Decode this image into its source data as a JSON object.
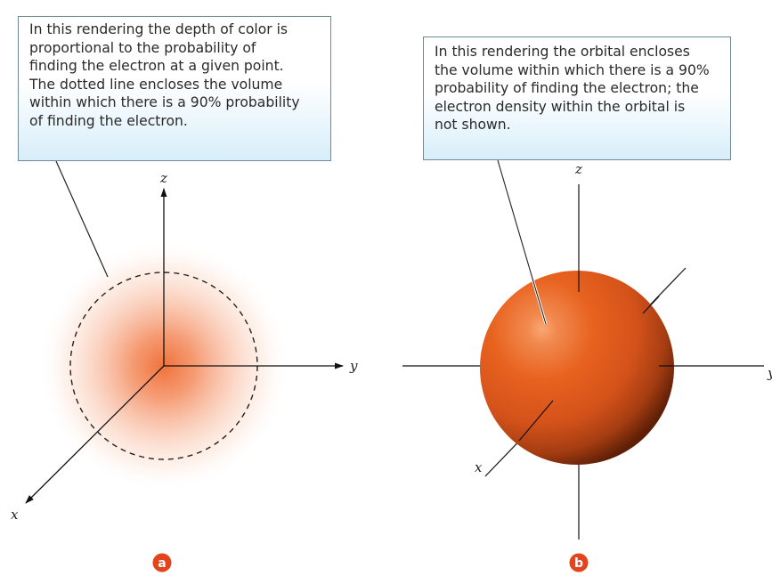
{
  "panel_a": {
    "callout": "In this rendering the depth of color is\nproportional to the probability of\nfinding the electron at a given point.\nThe dotted line encloses the volume\nwithin which there is a 90% probability\nof finding the electron.",
    "axes": {
      "x": "x",
      "y": "y",
      "z": "z"
    },
    "badge": "a"
  },
  "panel_b": {
    "callout": "In this rendering the orbital encloses\nthe volume within which there is a 90%\nprobability of finding the electron; the\nelectron density within the orbital is\nnot shown.",
    "axes": {
      "x": "x",
      "y": "y",
      "z": "z"
    },
    "badge": "b"
  },
  "colors": {
    "cloud": "#f0703a",
    "sphere": "#e8621f",
    "sphere_shadow": "#7a2a0a",
    "callout_border": "#6f8a96",
    "callout_fill": "#d7eefa",
    "badge": "#e2441c"
  }
}
